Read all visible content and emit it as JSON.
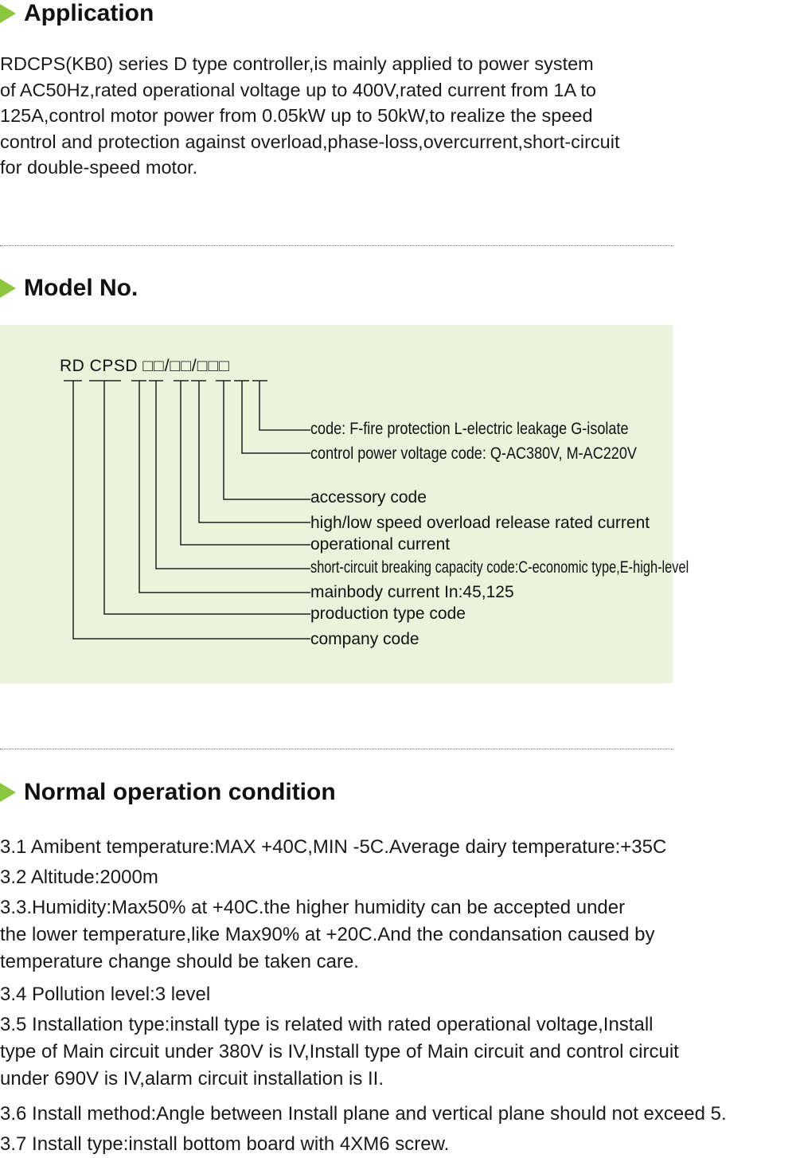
{
  "application": {
    "title": "Application",
    "lines": [
      "RDCPS(KB0) series D type controller,is mainly applied to power system",
      "of AC50Hz,rated operational voltage up to 400V,rated current from 1A to",
      "125A,control motor power from 0.05kW up to 50kW,to realize the speed",
      "control and protection against overload,phase-loss,overcurrent,short-circuit",
      "for double-speed motor."
    ]
  },
  "model": {
    "title": "Model No.",
    "code_prefix": "RD CPSD",
    "code_boxes": "□□/□□/□□□",
    "labels": [
      "code: F-fire protection L-electric leakage G-isolate",
      "control power voltage code: Q-AC380V, M-AC220V",
      "accessory code",
      "high/low speed overload release rated current",
      "operational current",
      "short-circuit breaking capacity code:C-economic type,E-high-level",
      "mainbody current In:45,125",
      "production type code",
      "company code"
    ]
  },
  "conditions": {
    "title": "Normal operation condition",
    "items": [
      {
        "lines": [
          "3.1 Amibent temperature:MAX +40C,MIN -5C.Average dairy temperature:+35C"
        ]
      },
      {
        "lines": [
          "3.2 Altitude:2000m"
        ]
      },
      {
        "lines": [
          "3.3.Humidity:Max50% at +40C.the higher humidity can be accepted under",
          "the lower temperature,like Max90% at +20C.And the condansation caused by",
          "temperature change should be taken care."
        ]
      },
      {
        "lines": [
          "3.4 Pollution level:3 level"
        ]
      },
      {
        "lines": [
          "3.5 Installation type:install type is related with rated operational voltage,Install",
          "type of Main circuit under 380V is IV,Install type of Main circuit and control circuit",
          "under 690V is IV,alarm circuit installation is II."
        ]
      },
      {
        "lines": [
          "3.6 Install method:Angle between Install plane and vertical plane should not exceed 5."
        ]
      },
      {
        "lines": [
          "3.7 Install type:install bottom board with 4XM6 screw."
        ]
      }
    ]
  },
  "colors": {
    "accent_triangle": "#8cc63f",
    "diagram_background": "#ebf3dc",
    "text": "#1a1a1a"
  }
}
